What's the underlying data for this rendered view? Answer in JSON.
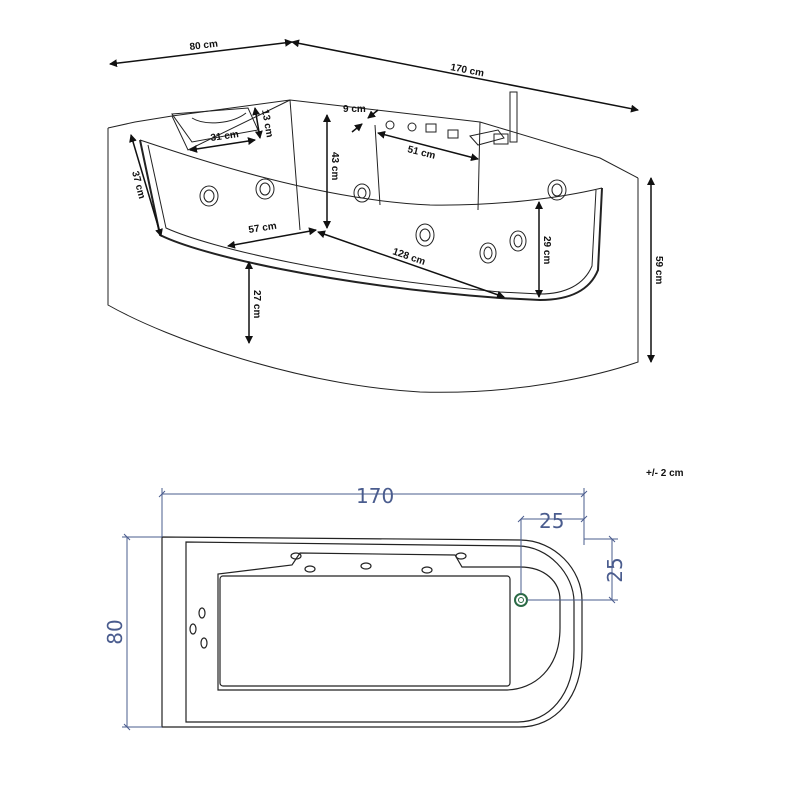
{
  "perspective_view": {
    "dimensions": {
      "depth": "80 cm",
      "length": "170 cm",
      "headrest_height": "13 cm",
      "faucet_offset": "9 cm",
      "headrest_width": "31 cm",
      "faucet_span": "51 cm",
      "inner_depth": "43 cm",
      "front_height": "37 cm",
      "bottom_width": "57 cm",
      "bottom_length": "128 cm",
      "glass_height": "29 cm",
      "total_height": "59 cm",
      "apron_height": "27 cm"
    }
  },
  "top_view": {
    "length": "170",
    "width": "80",
    "drain_offset_x": "25",
    "drain_offset_y": "25"
  },
  "tolerance_note": "+/- 2 cm",
  "colors": {
    "line": "#111111",
    "tech_dimension": "#4a5c8e"
  }
}
